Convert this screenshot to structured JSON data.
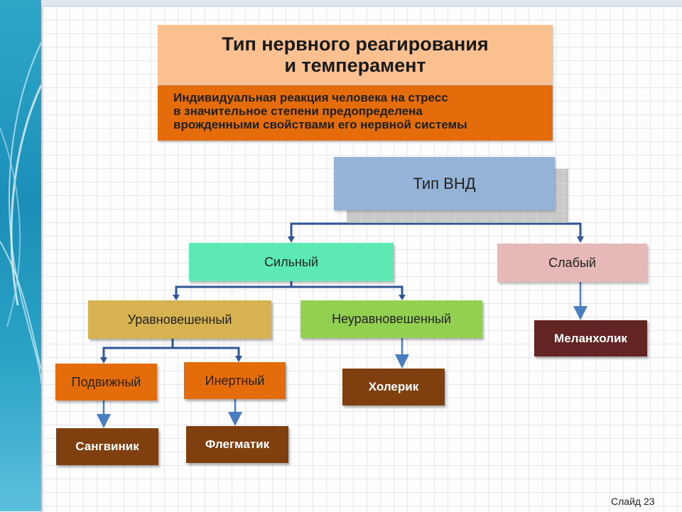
{
  "slide": {
    "title_line1": "Тип нервного реагирования",
    "title_line2": "и темперамент",
    "subtitle_lines": [
      "Индивидуальная реакция человека на стресс",
      "в значительное степени предопределена",
      "врожденными свойствами его нервной системы"
    ],
    "slide_number": "Слайд 23"
  },
  "diagram": {
    "root": "Тип ВНД",
    "strong": "Сильный",
    "weak": "Слабый",
    "balanced": "Уравновешенный",
    "unbalanced": "Неуравновешенный",
    "mobile": "Подвижный",
    "inert": "Инертный",
    "sanguine": "Сангвиник",
    "phlegmatic": "Флегматик",
    "choleric": "Холерик",
    "melancholic": "Меланхолик"
  },
  "colors": {
    "title_bg": "#fac090",
    "subtitle_bg": "#e46c0a",
    "root_bg": "#95b3d7",
    "strong_bg": "#5ce9b4",
    "weak_bg": "#e6b9b8",
    "balanced_bg": "#d6b250",
    "unbalanced_bg": "#92d050",
    "type_bg": "#e46c0a",
    "result_bg": "#7f3f0f",
    "melancholic_bg": "#632523",
    "connector": "#2f5597",
    "arrow": "#4a7ec0"
  }
}
